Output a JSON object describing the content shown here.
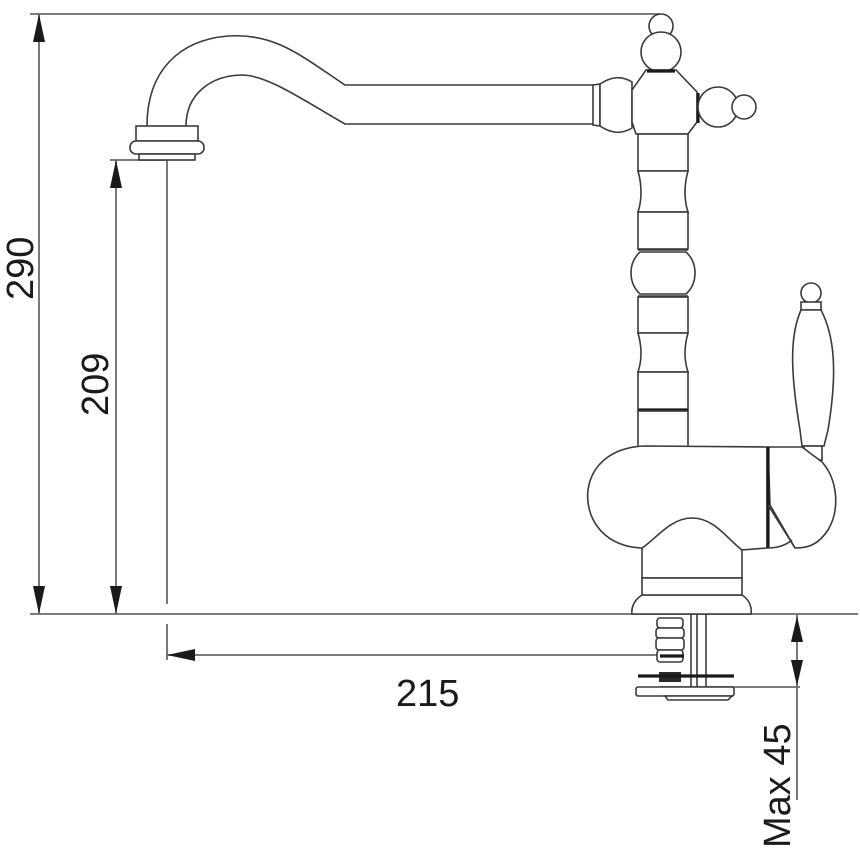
{
  "drawing": {
    "subject": "Traditional single-lever kitchen mixer tap, side elevation",
    "stroke_color": "#3a3a3a",
    "dimension_color": "#6a6a6a",
    "arrow_color": "#1a1a1a",
    "background": "#ffffff"
  },
  "dimensions": {
    "total_height": {
      "label": "290",
      "unit": "mm"
    },
    "spout_outlet_height": {
      "label": "209",
      "unit": "mm"
    },
    "spout_reach": {
      "label": "215",
      "unit": "mm"
    },
    "max_deck_thickness": {
      "label": "Max 45",
      "unit": "mm"
    }
  }
}
